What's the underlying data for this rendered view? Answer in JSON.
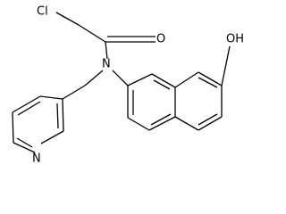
{
  "molecule": {
    "atoms": {
      "cl": "Cl",
      "o_carbonyl": "O",
      "n_amide": "N",
      "oh": "OH",
      "n_pyridine": "N"
    }
  },
  "colors": {
    "bond": "#000000",
    "label": "#000000",
    "background": "#ffffff"
  }
}
